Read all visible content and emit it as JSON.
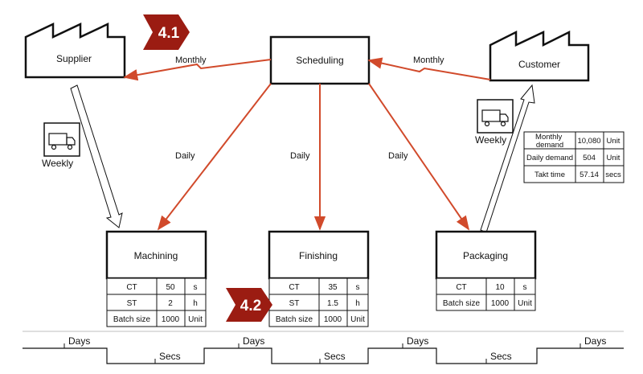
{
  "suppliers": {
    "supplier": "Supplier",
    "customer": "Customer",
    "scheduling": "Scheduling"
  },
  "flows": {
    "monthly_left": "Monthly",
    "monthly_right": "Monthly",
    "daily_1": "Daily",
    "daily_2": "Daily",
    "daily_3": "Daily",
    "weekly_in": "Weekly",
    "weekly_out": "Weekly"
  },
  "badges": {
    "b1": "4.1",
    "b2": "4.2"
  },
  "colors": {
    "info_arrow": "#d14a2b",
    "badge": "#9b1c12",
    "line": "#111111"
  },
  "customer_demand": {
    "rows": [
      {
        "label": "Monthly demand",
        "value": "10,080",
        "unit": "Unit"
      },
      {
        "label": "Daily demand",
        "value": "504",
        "unit": "Unit"
      },
      {
        "label": "Takt time",
        "value": "57.14",
        "unit": "secs"
      }
    ]
  },
  "processes": [
    {
      "name": "Machining",
      "rows": [
        {
          "label": "CT",
          "value": "50",
          "unit": "s"
        },
        {
          "label": "ST",
          "value": "2",
          "unit": "h"
        },
        {
          "label": "Batch size",
          "value": "1000",
          "unit": "Unit"
        }
      ]
    },
    {
      "name": "Finishing",
      "rows": [
        {
          "label": "CT",
          "value": "35",
          "unit": "s"
        },
        {
          "label": "ST",
          "value": "1.5",
          "unit": "h"
        },
        {
          "label": "Batch size",
          "value": "1000",
          "unit": "Unit"
        }
      ]
    },
    {
      "name": "Packaging",
      "rows": [
        {
          "label": "CT",
          "value": "10",
          "unit": "s"
        },
        {
          "label": "Batch size",
          "value": "1000",
          "unit": "Unit"
        }
      ]
    }
  ],
  "timeline": {
    "days": [
      "Days",
      "Days",
      "Days",
      "Days"
    ],
    "secs": [
      "Secs",
      "Secs",
      "Secs"
    ]
  }
}
